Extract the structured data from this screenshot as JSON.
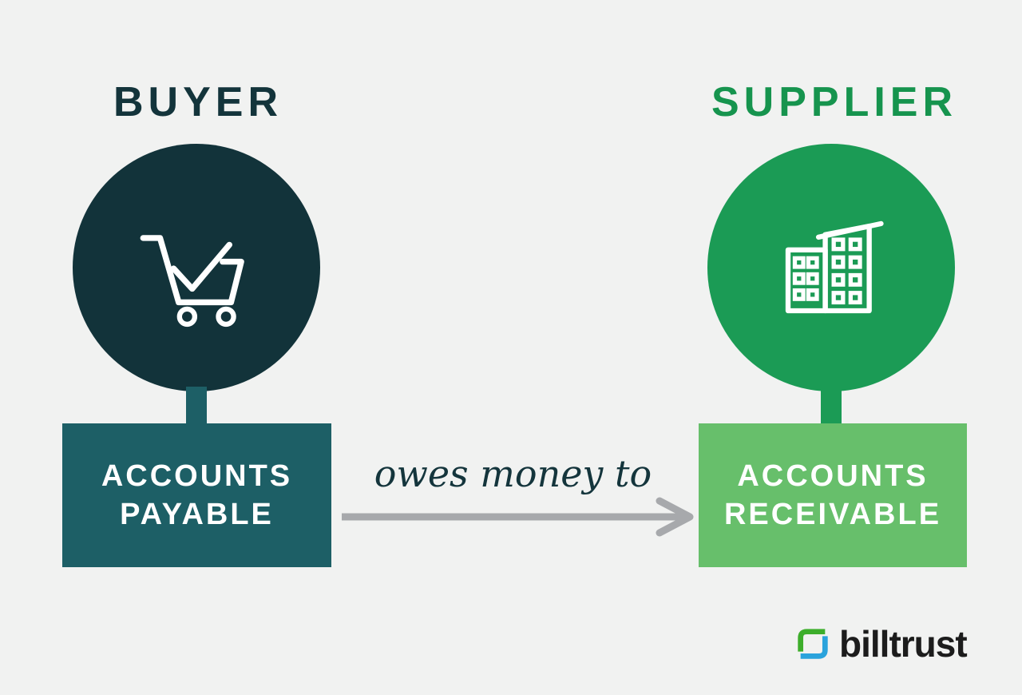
{
  "canvas": {
    "background_color": "#f1f2f1"
  },
  "buyer": {
    "title": "BUYER",
    "title_color": "#13343b",
    "circle_color": "#12333a",
    "box_color": "#1d5f66",
    "box_line1": "ACCOUNTS",
    "box_line2": "PAYABLE",
    "icon": "shopping-cart-check-icon"
  },
  "supplier": {
    "title": "SUPPLIER",
    "title_color": "#16944e",
    "circle_color": "#1b9b55",
    "box_color": "#67bf6b",
    "box_line1": "ACCOUNTS",
    "box_line2": "RECEIVABLE",
    "icon": "office-building-icon"
  },
  "relation": {
    "label": "owes money to",
    "text_color": "#14353c",
    "arrow_color": "#a7a9ac",
    "arrow_direction": "left-to-right"
  },
  "logo": {
    "text": "billtrust",
    "text_color": "#1c1c1c",
    "mark_green": "#3dae2b",
    "mark_blue": "#2aa3dc"
  }
}
